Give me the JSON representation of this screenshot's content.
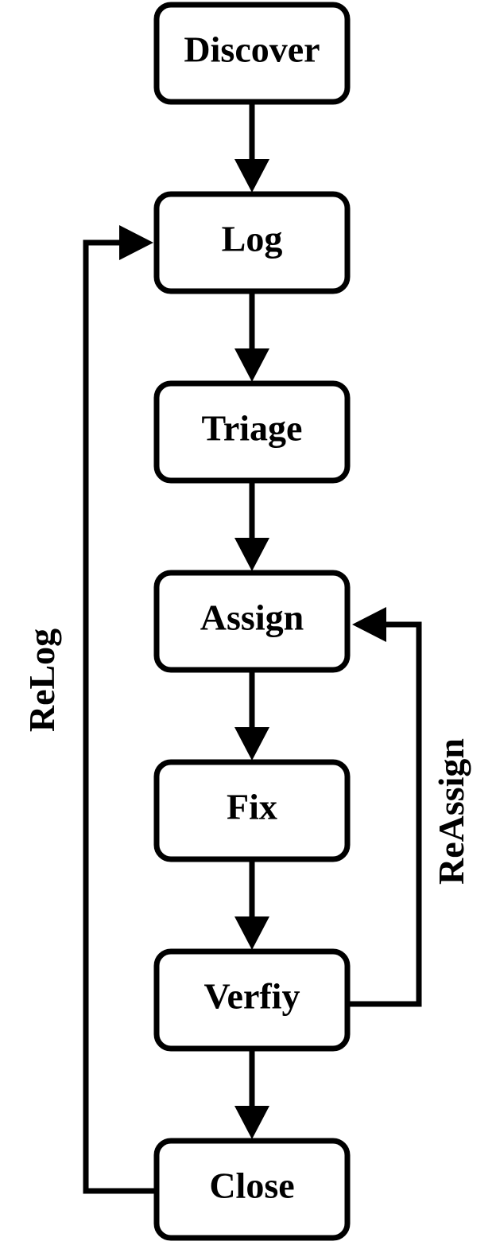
{
  "diagram": {
    "nodes": [
      {
        "id": "discover",
        "label": "Discover"
      },
      {
        "id": "log",
        "label": "Log"
      },
      {
        "id": "triage",
        "label": "Triage"
      },
      {
        "id": "assign",
        "label": "Assign"
      },
      {
        "id": "fix",
        "label": "Fix"
      },
      {
        "id": "verify",
        "label": "Verfiy"
      },
      {
        "id": "close",
        "label": "Close"
      }
    ],
    "loops": {
      "relog": {
        "label": "ReLog",
        "from": "close",
        "to": "log"
      },
      "reassign": {
        "label": "ReAssign",
        "from": "verify",
        "to": "assign"
      }
    }
  }
}
